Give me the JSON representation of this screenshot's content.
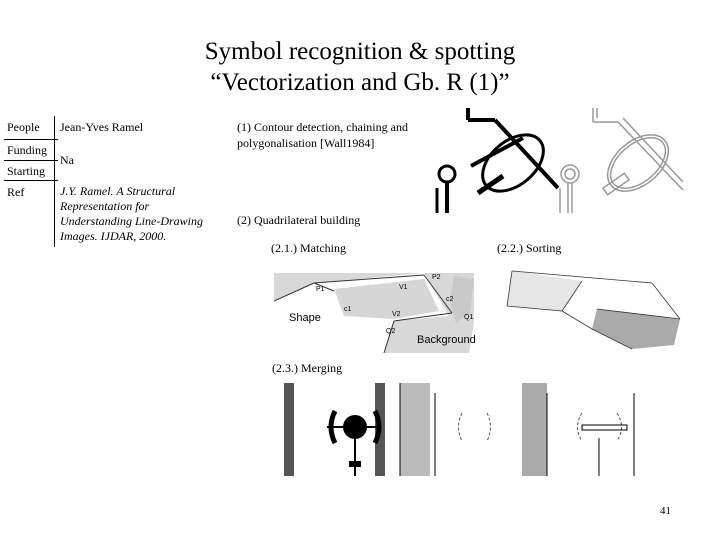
{
  "slide": {
    "title_line1": "Symbol recognition & spotting",
    "title_line2": "“Vectorization and Gb. R (1)”",
    "page_number": "41"
  },
  "info": {
    "people_label": "People",
    "people_value": "Jean-Yves Ramel",
    "funding_label": "Funding",
    "funding_value": "Na",
    "starting_label": "Starting",
    "ref_label": "Ref",
    "ref_line1": "J.Y. Ramel. A Structural",
    "ref_line2": "Representation for",
    "ref_line3": "Understanding Line-Drawing",
    "ref_line4": "Images. IJDAR, 2000."
  },
  "steps": {
    "s1_line1": "(1) Contour detection, chaining and",
    "s1_line2": "polygonalisation [Wall1984]",
    "s2": "(2) Quadrilateral building",
    "s21": "(2.1.) Matching",
    "s22": "(2.2.) Sorting",
    "s23": "(2.3.) Merging"
  },
  "figure_labels": {
    "shape": "Shape",
    "background": "Background",
    "p1": "P1",
    "p2": "P2",
    "v1": "V1",
    "v2": "V2",
    "q1": "Q1",
    "q2": "Q2",
    "c1": "c1",
    "c2": "c2"
  }
}
